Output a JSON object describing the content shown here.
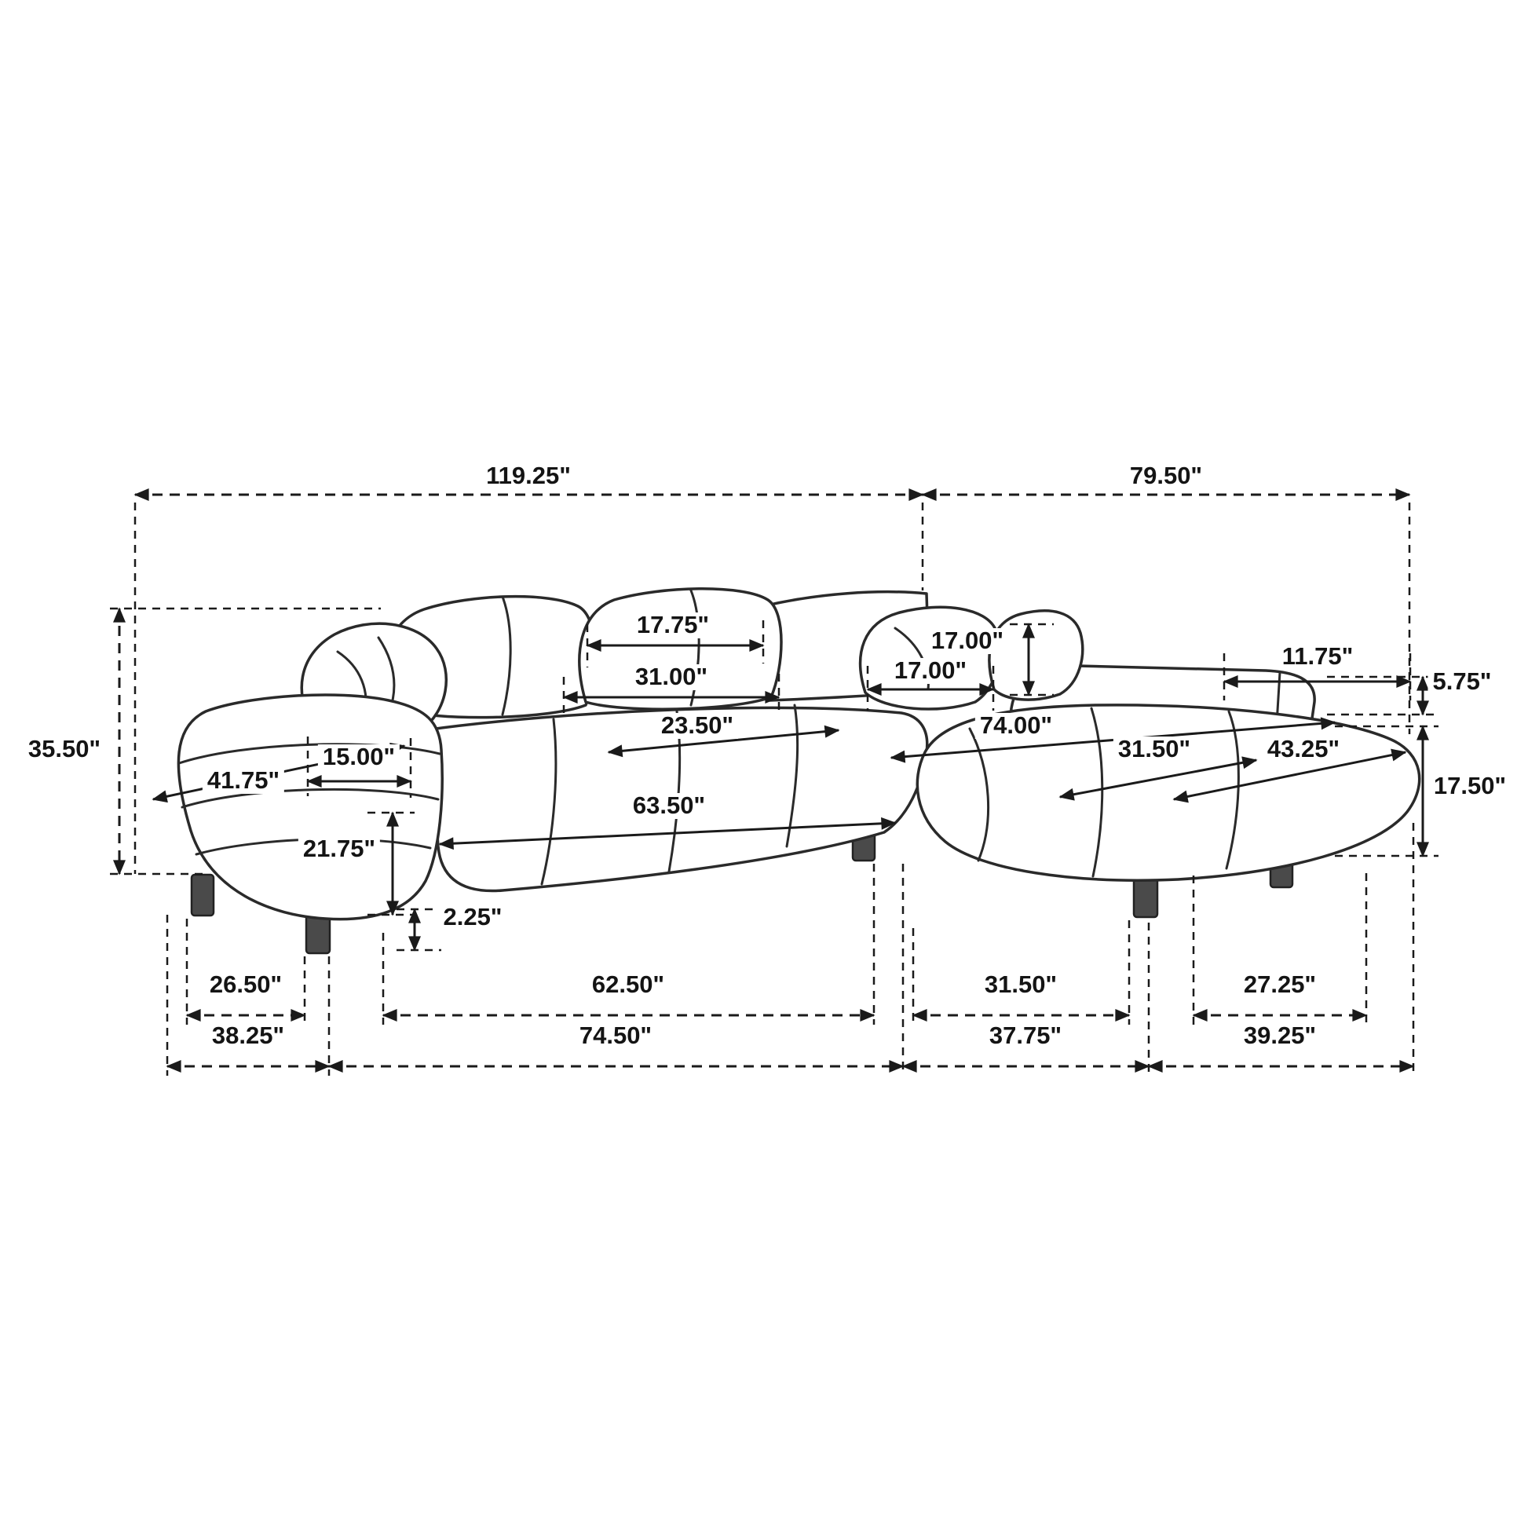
{
  "diagram": {
    "subject": "sectional-sofa-with-chaise-dimension-drawing"
  },
  "dims": {
    "overall_left_width": "119.25\"",
    "overall_right_width": "79.50\"",
    "back_cushion_width": "17.75\"",
    "back_cushion_base_width": "31.00\"",
    "pillow_height": "17.00\"",
    "pillow_width": "17.00\"",
    "right_arm_width": "11.75\"",
    "right_arm_rise": "5.75\"",
    "seat_depth": "23.50\"",
    "chaise_length": "74.00\"",
    "chaise_seat_width": "31.50\"",
    "chaise_width": "43.25\"",
    "overall_height": "35.50\"",
    "arm_depth": "41.75\"",
    "arm_top_width": "15.00\"",
    "seat_height": "17.50\"",
    "arm_front_height": "21.75\"",
    "seat_width": "63.50\"",
    "leg_height": "2.25\"",
    "leg_span_left": "26.50\"",
    "leg_span_center": "62.50\"",
    "leg_span_right_inner": "31.50\"",
    "leg_span_right": "27.25\"",
    "base_depth_left": "38.25\"",
    "base_width_center": "74.50\"",
    "base_width_right_inner": "37.75\"",
    "base_depth_right": "39.25\""
  }
}
